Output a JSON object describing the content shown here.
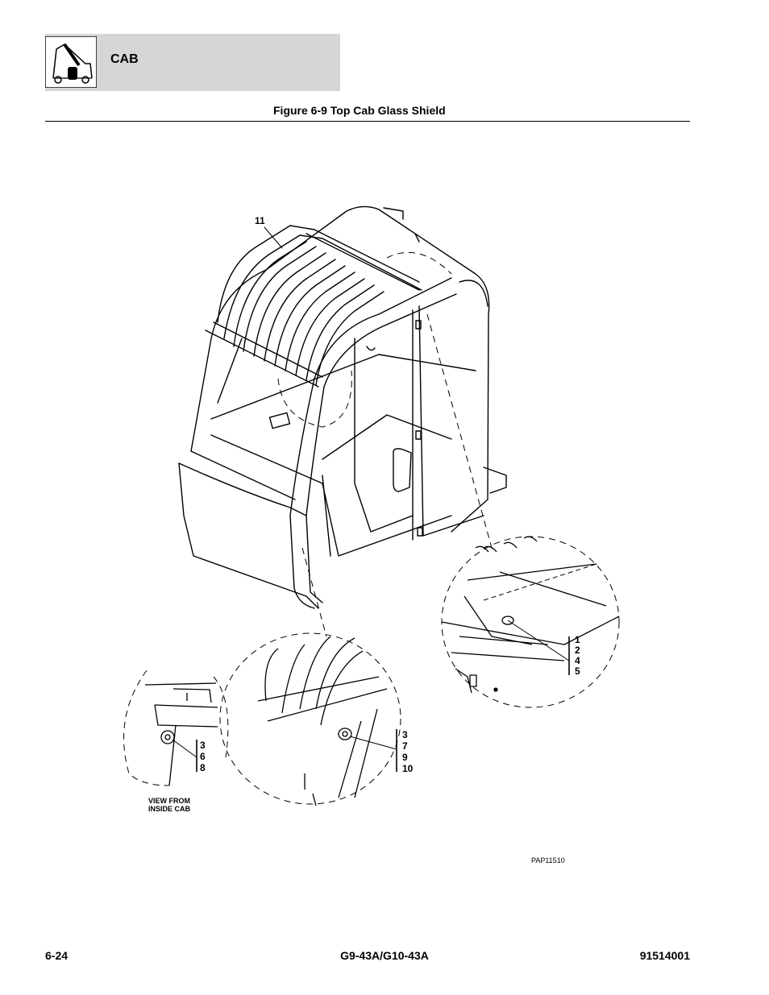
{
  "header": {
    "section": "CAB",
    "icon": "cab-machine-icon"
  },
  "figure": {
    "title": "Figure 6-9 Top Cab Glass Shield",
    "ref_code": "PAP11510",
    "callouts": {
      "guard": "11",
      "detail_right": [
        "1",
        "2",
        "4",
        "5"
      ],
      "detail_middle": [
        "3",
        "7",
        "9",
        "10"
      ],
      "detail_left": [
        "3",
        "6",
        "8"
      ]
    },
    "view_note_line1": "VIEW FROM",
    "view_note_line2": "INSIDE CAB"
  },
  "footer": {
    "page": "6-24",
    "model": "G9-43A/G10-43A",
    "doc_number": "91514001"
  }
}
